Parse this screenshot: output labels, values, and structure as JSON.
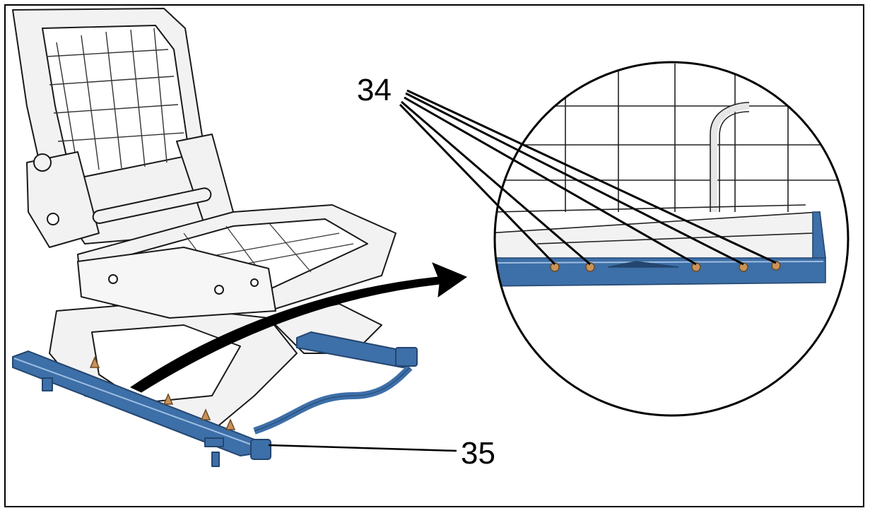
{
  "figure": {
    "callouts": [
      {
        "id": "34",
        "text": "34"
      },
      {
        "id": "35",
        "text": "35"
      }
    ],
    "colors": {
      "rail_blue": "#3d6fa8",
      "rail_dark": "#24466f",
      "frame_gray": "#f2f2f2",
      "line": "#1a1a1a",
      "fastener": "#c9935a"
    },
    "icons": [
      "seat-frame",
      "seat-rail-assembly",
      "detail-magnifier-circle",
      "curved-arrow"
    ]
  }
}
